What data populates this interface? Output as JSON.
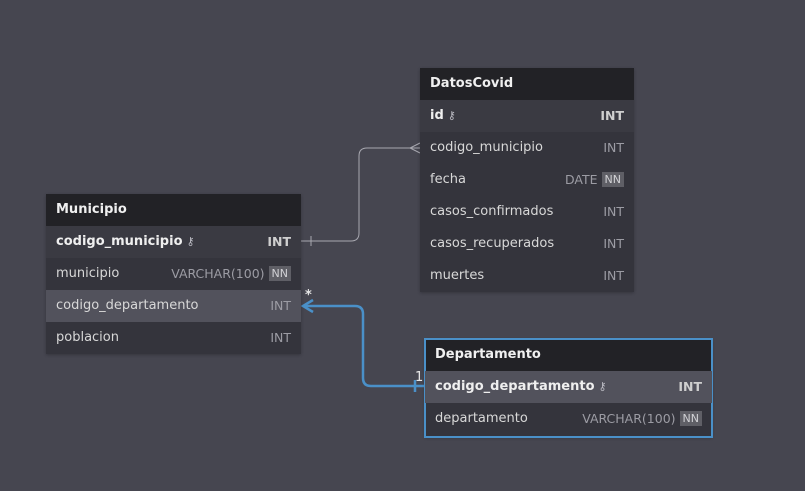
{
  "tables": {
    "datoscovid": {
      "name": "DatosCovid",
      "columns": [
        {
          "name": "id",
          "type": "INT",
          "pk": true
        },
        {
          "name": "codigo_municipio",
          "type": "INT"
        },
        {
          "name": "fecha",
          "type": "DATE",
          "nn": "NN"
        },
        {
          "name": "casos_confirmados",
          "type": "INT"
        },
        {
          "name": "casos_recuperados",
          "type": "INT"
        },
        {
          "name": "muertes",
          "type": "INT"
        }
      ]
    },
    "municipio": {
      "name": "Municipio",
      "columns": [
        {
          "name": "codigo_municipio",
          "type": "INT",
          "pk": true
        },
        {
          "name": "municipio",
          "type": "VARCHAR(100)",
          "nn": "NN"
        },
        {
          "name": "codigo_departamento",
          "type": "INT"
        },
        {
          "name": "poblacion",
          "type": "INT"
        }
      ]
    },
    "departamento": {
      "name": "Departamento",
      "columns": [
        {
          "name": "codigo_departamento",
          "type": "INT",
          "pk": true
        },
        {
          "name": "departamento",
          "type": "VARCHAR(100)",
          "nn": "NN"
        }
      ]
    }
  },
  "relationships": [
    {
      "from": "Municipio.codigo_municipio",
      "to": "DatosCovid.codigo_municipio",
      "from_card": "1",
      "to_card": "many",
      "highlighted": false
    },
    {
      "from": "Municipio.codigo_departamento",
      "to": "Departamento.codigo_departamento",
      "from_label": "*",
      "to_label": "1",
      "highlighted": true
    }
  ],
  "colors": {
    "background": "#464650",
    "highlight": "#4a90c8",
    "link": "#a8a8b0"
  },
  "icons": {
    "primary_key": "key-icon"
  }
}
